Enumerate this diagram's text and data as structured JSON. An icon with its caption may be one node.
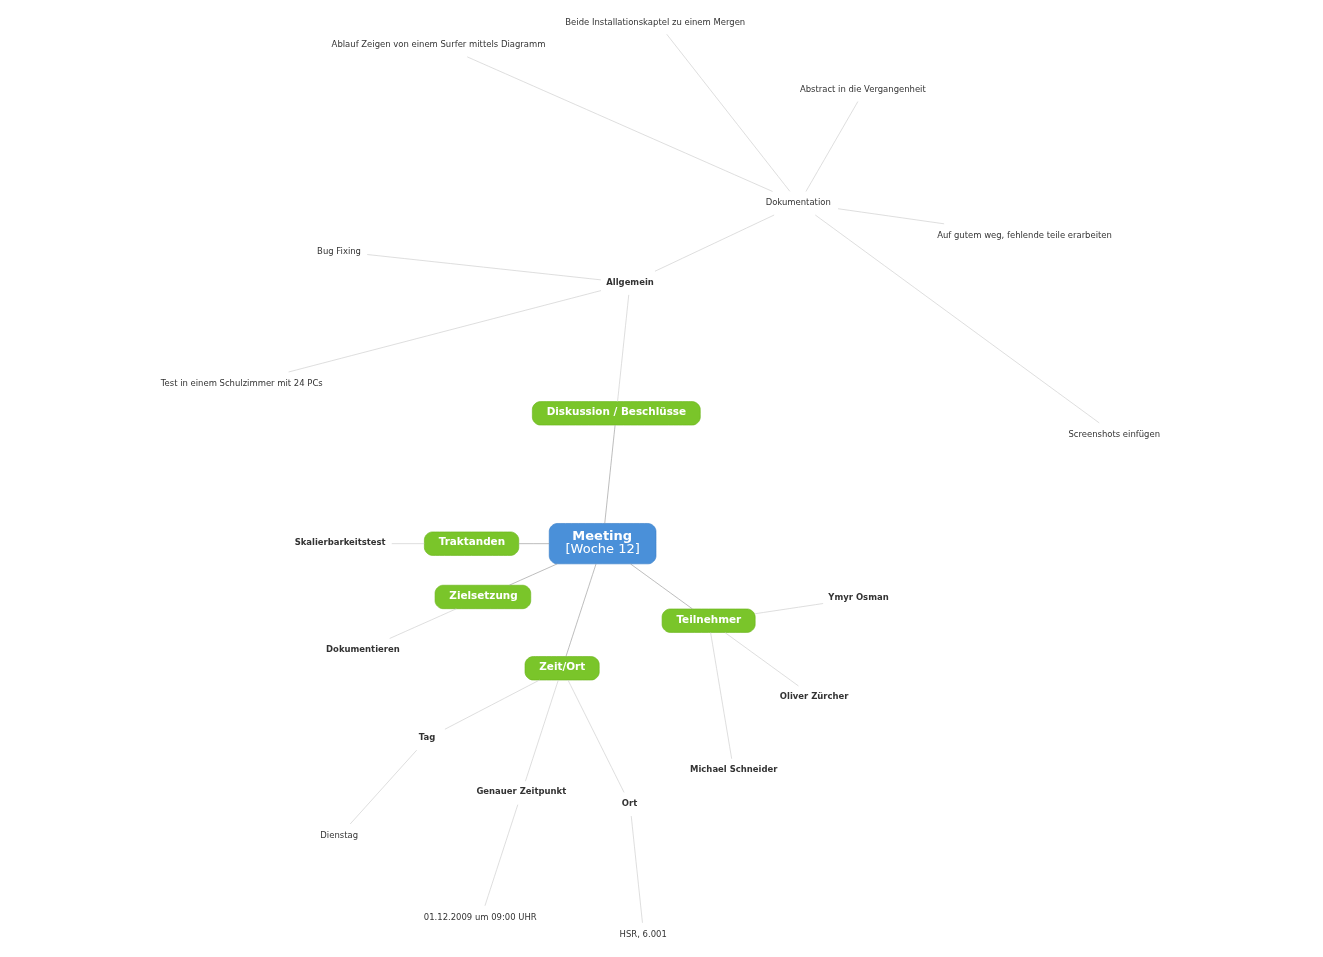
{
  "diagram": {
    "nodes": [
      {
        "text": [
          "Meeting",
          "[Woche 12]"
        ]
      },
      {
        "text": [
          "Diskussion / Beschlüsse"
        ]
      },
      {
        "text": [
          "Allgemein"
        ]
      },
      {
        "text": [
          "Dokumentation"
        ]
      },
      {
        "text": [
          "Screenshots einfügen"
        ]
      },
      {
        "text": [
          "Auf gutem weg, fehlende teile erarbeiten"
        ]
      },
      {
        "text": [
          "Abstract in die Vergangenheit"
        ]
      },
      {
        "text": [
          "Beide Installationskaptel zu einem Mergen"
        ]
      },
      {
        "text": [
          "Ablauf Zeigen von einem Surfer mittels Diagramm"
        ]
      },
      {
        "text": [
          "Bug Fixing"
        ]
      },
      {
        "text": [
          "Test in einem Schulzimmer mit 24 PCs"
        ]
      },
      {
        "text": [
          "Traktanden"
        ]
      },
      {
        "text": [
          "Skalierbarkeitstest"
        ]
      },
      {
        "text": [
          "Zielsetzung"
        ]
      },
      {
        "text": [
          "Dokumentieren"
        ]
      },
      {
        "text": [
          "Zeit/Ort"
        ]
      },
      {
        "text": [
          "Tag"
        ]
      },
      {
        "text": [
          "Dienstag"
        ]
      },
      {
        "text": [
          "Genauer Zeitpunkt"
        ]
      },
      {
        "text": [
          "01.12.2009 um 09:00 UHR"
        ]
      },
      {
        "text": [
          "Ort"
        ]
      },
      {
        "text": [
          "HSR, 6.001"
        ]
      },
      {
        "text": [
          "Teilnehmer"
        ]
      },
      {
        "text": [
          "Michael Schneider"
        ]
      },
      {
        "text": [
          "Oliver Zürcher"
        ]
      },
      {
        "text": [
          "Ymyr Osman"
        ]
      }
    ],
    "edges": [
      {
        "from": 0,
        "to": 1,
        "arrow": "none",
        "color": "#999999"
      },
      {
        "from": 1,
        "to": 2,
        "arrow": "none"
      },
      {
        "from": 2,
        "to": 3,
        "arrow": "none"
      },
      {
        "from": 3,
        "to": 4,
        "arrow": "none"
      },
      {
        "from": 3,
        "to": 5,
        "arrow": "none"
      },
      {
        "from": 3,
        "to": 6,
        "arrow": "none"
      },
      {
        "from": 3,
        "to": 7,
        "arrow": "none"
      },
      {
        "from": 3,
        "to": 8,
        "arrow": "none"
      },
      {
        "from": 2,
        "to": 9,
        "arrow": "none"
      },
      {
        "from": 2,
        "to": 10,
        "arrow": "none"
      },
      {
        "from": 0,
        "to": 11,
        "arrow": "none",
        "color": "#999999"
      },
      {
        "from": 11,
        "to": 12,
        "arrow": "none"
      },
      {
        "from": 0,
        "to": 13,
        "arrow": "none",
        "color": "#999999"
      },
      {
        "from": 13,
        "to": 14,
        "arrow": "none"
      },
      {
        "from": 0,
        "to": 15,
        "arrow": "none",
        "color": "#999999"
      },
      {
        "from": 15,
        "to": 16,
        "arrow": "none"
      },
      {
        "from": 16,
        "to": 17,
        "arrow": "none"
      },
      {
        "from": 15,
        "to": 18,
        "arrow": "none"
      },
      {
        "from": 18,
        "to": 19,
        "arrow": "none"
      },
      {
        "from": 15,
        "to": 20,
        "arrow": "none"
      },
      {
        "from": 20,
        "to": 21,
        "arrow": "none"
      },
      {
        "from": 0,
        "to": 22,
        "arrow": "none",
        "color": "#999999"
      },
      {
        "from": 22,
        "to": 23,
        "arrow": "none"
      },
      {
        "from": 22,
        "to": 24,
        "arrow": "none"
      },
      {
        "from": 22,
        "to": 25,
        "arrow": "none"
      }
    ]
  }
}
